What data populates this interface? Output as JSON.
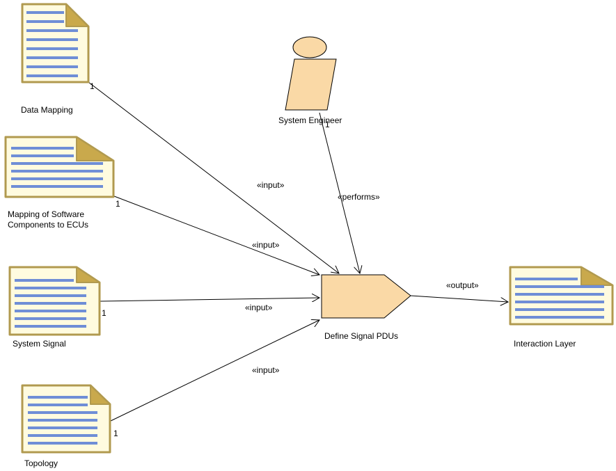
{
  "actor": {
    "name": "System Engineer",
    "multiplicity": "1",
    "stereotype": "«performs»"
  },
  "task": {
    "name": "Define Signal PDUs"
  },
  "inputs": [
    {
      "name_lines": [
        "Data Mapping"
      ],
      "multiplicity": "1",
      "stereotype": "«input»"
    },
    {
      "name_lines": [
        "Mapping of Software",
        "Components to ECUs"
      ],
      "multiplicity": "1",
      "stereotype": "«input»"
    },
    {
      "name_lines": [
        "System Signal"
      ],
      "multiplicity": "1",
      "stereotype": "«input»"
    },
    {
      "name_lines": [
        "Topology"
      ],
      "multiplicity": "1",
      "stereotype": "«input»"
    }
  ],
  "output": {
    "name": "Interaction Layer",
    "stereotype": "«output»"
  },
  "colors": {
    "artifact_fill": "#FFFBDF",
    "artifact_border": "#B19A4F",
    "artifact_fold": "#C9A94C",
    "artifact_lines": "#6F8ED6",
    "role_fill": "#FAD9A6",
    "edge": "#000000"
  }
}
